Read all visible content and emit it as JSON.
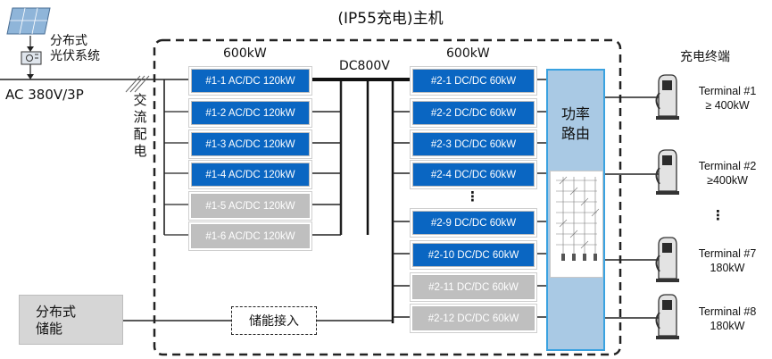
{
  "title": "(IP55充电)主机",
  "pv": {
    "label_line1": "分布式",
    "label_line2": "光伏系统"
  },
  "grid": {
    "label": "AC 380V/3P",
    "ac_dist": [
      "交",
      "流",
      "配",
      "电"
    ]
  },
  "ac_section": {
    "power": "600kW"
  },
  "dc_bus": {
    "label": "DC800V"
  },
  "dc_section": {
    "power": "600kW",
    "ellipsis": "⋮"
  },
  "ac_modules": [
    {
      "label": "#1-1 AC/DC 120kW",
      "state": "active"
    },
    {
      "label": "#1-2 AC/DC 120kW",
      "state": "active"
    },
    {
      "label": "#1-3 AC/DC 120kW",
      "state": "active"
    },
    {
      "label": "#1-4 AC/DC 120kW",
      "state": "active"
    },
    {
      "label": "#1-5 AC/DC 120kW",
      "state": "inactive"
    },
    {
      "label": "#1-6 AC/DC 120kW",
      "state": "inactive"
    }
  ],
  "dc_modules": [
    {
      "label": "#2-1 DC/DC 60kW",
      "state": "active"
    },
    {
      "label": "#2-2 DC/DC 60kW",
      "state": "active"
    },
    {
      "label": "#2-3 DC/DC 60kW",
      "state": "active"
    },
    {
      "label": "#2-4 DC/DC 60kW",
      "state": "active"
    },
    {
      "label": "#2-9 DC/DC 60kW",
      "state": "active"
    },
    {
      "label": "#2-10 DC/DC 60kW",
      "state": "active"
    },
    {
      "label": "#2-11 DC/DC 60kW",
      "state": "inactive"
    },
    {
      "label": "#2-12 DC/DC 60kW",
      "state": "inactive"
    }
  ],
  "power_router": {
    "label_line1": "功率",
    "label_line2": "路由"
  },
  "storage": {
    "label_line1": "分布式",
    "label_line2": "储能",
    "access_label": "储能接入"
  },
  "terminals": {
    "header": "充电终端",
    "ellipsis": "⋮",
    "items": [
      {
        "name": "Terminal #1",
        "power": "≥ 400kW"
      },
      {
        "name": "Terminal #2",
        "power": "≥400kW"
      },
      {
        "name": "Terminal #7",
        "power": "180kW"
      },
      {
        "name": "Terminal #8",
        "power": "180kW"
      }
    ]
  },
  "colors": {
    "module_active": "#0a66c2",
    "module_inactive": "#bfbfbf",
    "router_fill": "#a9c9e4",
    "router_border": "#3aa2e0",
    "storage_fill": "#d6d6d6"
  }
}
